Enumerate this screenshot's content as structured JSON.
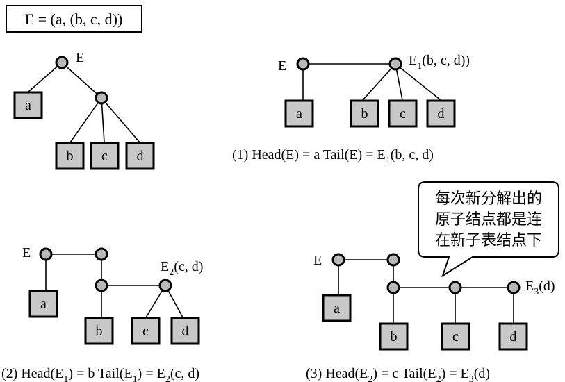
{
  "title_box": "E = (a, (b, c, d))",
  "fig0": {
    "E": "E",
    "leaves": [
      "a",
      "b",
      "c",
      "d"
    ]
  },
  "fig1": {
    "E": "E",
    "E1_main": "E",
    "E1_sub": "1",
    "E1_rest": "(b, c, d))",
    "leaves": [
      "a",
      "b",
      "c",
      "d"
    ],
    "caption": {
      "p1": "(1) Head(E) = a   Tail(E) = E",
      "s1": "1",
      "p2": "(b, c, d)"
    }
  },
  "fig2": {
    "E": "E",
    "E2_main": "E",
    "E2_sub": "2",
    "E2_rest": "(c, d)",
    "leaves": [
      "a",
      "b",
      "c",
      "d"
    ],
    "caption": {
      "p1": "(2) Head(E",
      "s1": "1",
      "p2": ") = b   Tail(E",
      "s2": "1",
      "p3": ") = E",
      "s3": "2",
      "p4": "(c, d)"
    }
  },
  "fig3": {
    "E": "E",
    "E3_main": "E",
    "E3_sub": "3",
    "E3_rest": "(d)",
    "leaves": [
      "a",
      "b",
      "c",
      "d"
    ],
    "callout": [
      "每次新分解出的",
      "原子结点都是连",
      "在新子表结点下"
    ],
    "caption": {
      "p1": "(3) Head(E",
      "s1": "2",
      "p2": ") = c    Tail(E",
      "s2": "2",
      "p3": ") = E",
      "s3": "3",
      "p4": "(d)"
    }
  }
}
